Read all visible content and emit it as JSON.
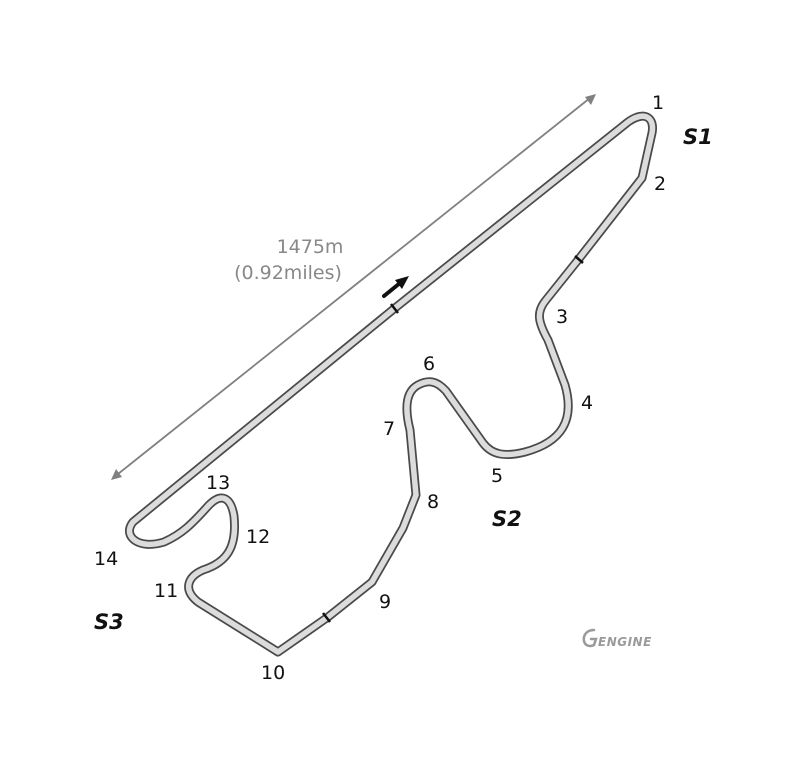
{
  "track": {
    "length_m": "1475m",
    "length_miles": "(0.92miles)",
    "colors": {
      "track_outline": "#4a4a4a",
      "track_fill": "#dcdcdc",
      "measure_line": "#808080",
      "logo": "#9a9a9a"
    }
  },
  "corners": [
    {
      "label": "1"
    },
    {
      "label": "2"
    },
    {
      "label": "3"
    },
    {
      "label": "4"
    },
    {
      "label": "5"
    },
    {
      "label": "6"
    },
    {
      "label": "7"
    },
    {
      "label": "8"
    },
    {
      "label": "9"
    },
    {
      "label": "10"
    },
    {
      "label": "11"
    },
    {
      "label": "12"
    },
    {
      "label": "13"
    },
    {
      "label": "14"
    }
  ],
  "sectors": [
    {
      "label": "S1"
    },
    {
      "label": "S2"
    },
    {
      "label": "S3"
    }
  ],
  "direction_icon": "arrow-up-right-icon",
  "logo": {
    "text": "ENGINE",
    "icon": "g-engine-logo-icon"
  }
}
